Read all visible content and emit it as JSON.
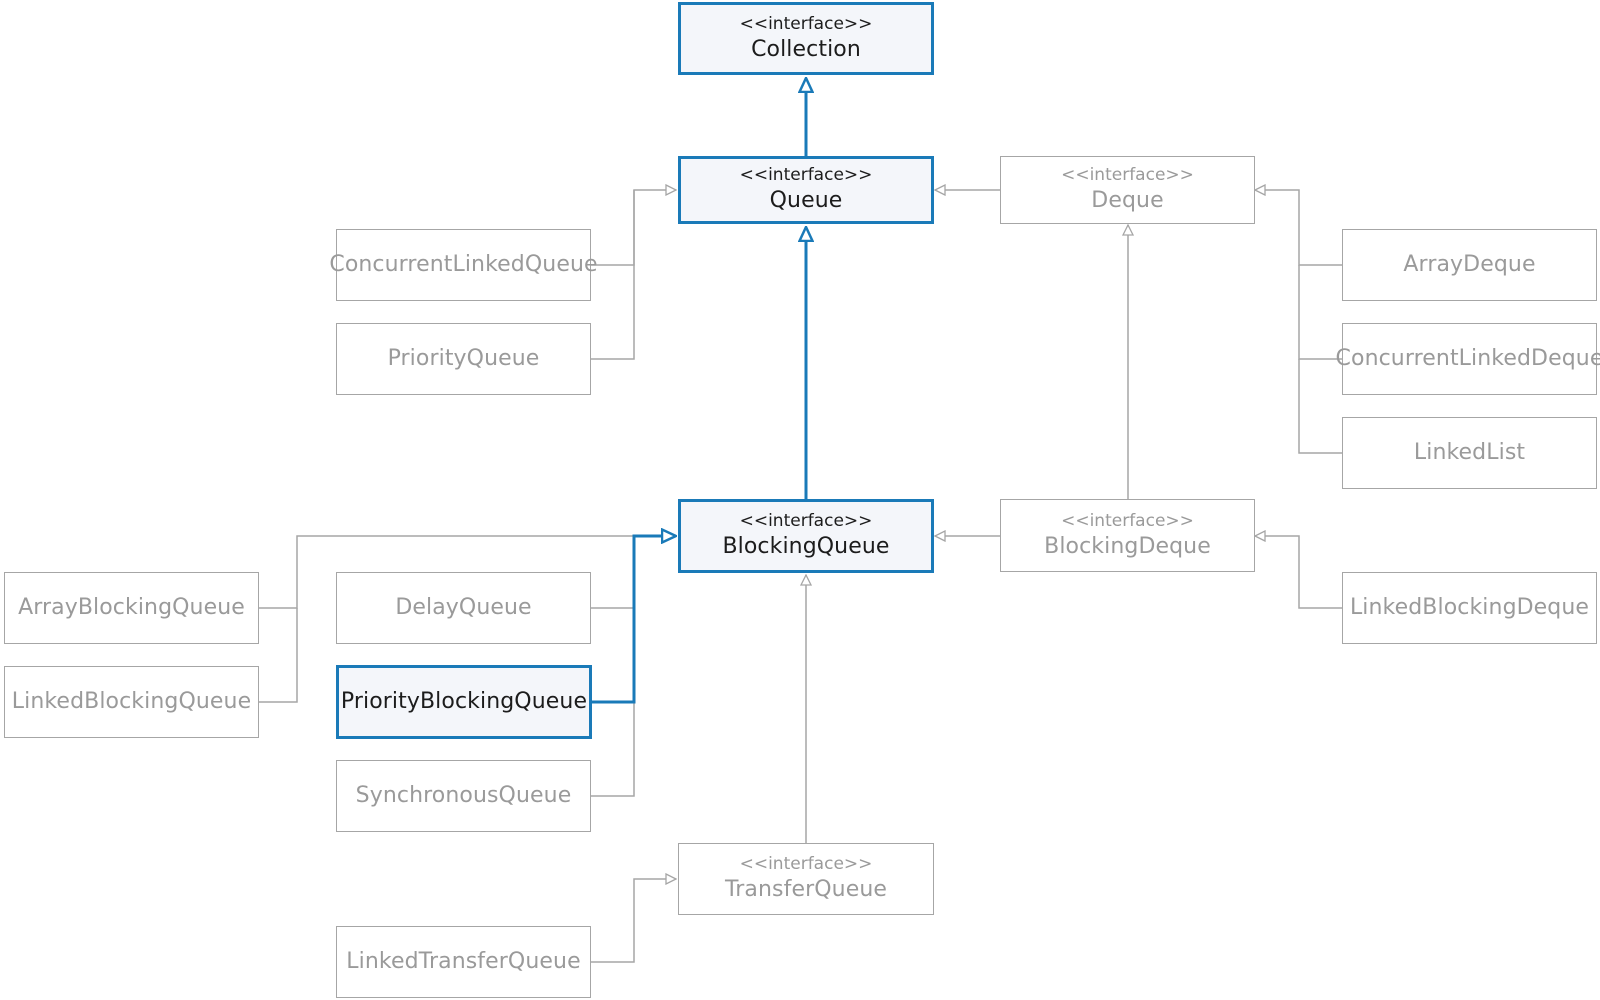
{
  "colors": {
    "highlight_border": "#1a7ab8",
    "highlight_fill": "#f4f6fa",
    "muted_border": "#a6a6a6",
    "muted_text": "#9a9a9a",
    "highlight_text": "#1c1c1c"
  },
  "nodes": {
    "collection": {
      "stereotype": "<<interface>>",
      "name": "Collection"
    },
    "queue": {
      "stereotype": "<<interface>>",
      "name": "Queue"
    },
    "deque": {
      "stereotype": "<<interface>>",
      "name": "Deque"
    },
    "blocking_queue": {
      "stereotype": "<<interface>>",
      "name": "BlockingQueue"
    },
    "blocking_deque": {
      "stereotype": "<<interface>>",
      "name": "BlockingDeque"
    },
    "transfer_queue": {
      "stereotype": "<<interface>>",
      "name": "TransferQueue"
    },
    "concurrent_linked_queue": {
      "name": "ConcurrentLinkedQueue"
    },
    "priority_queue": {
      "name": "PriorityQueue"
    },
    "array_deque": {
      "name": "ArrayDeque"
    },
    "concurrent_linked_deque": {
      "name": "ConcurrentLinkedDeque"
    },
    "linked_list": {
      "name": "LinkedList"
    },
    "array_blocking_queue": {
      "name": "ArrayBlockingQueue"
    },
    "linked_blocking_queue": {
      "name": "LinkedBlockingQueue"
    },
    "delay_queue": {
      "name": "DelayQueue"
    },
    "priority_blocking_queue": {
      "name": "PriorityBlockingQueue"
    },
    "synchronous_queue": {
      "name": "SynchronousQueue"
    },
    "linked_blocking_deque": {
      "name": "LinkedBlockingDeque"
    },
    "linked_transfer_queue": {
      "name": "LinkedTransferQueue"
    }
  }
}
